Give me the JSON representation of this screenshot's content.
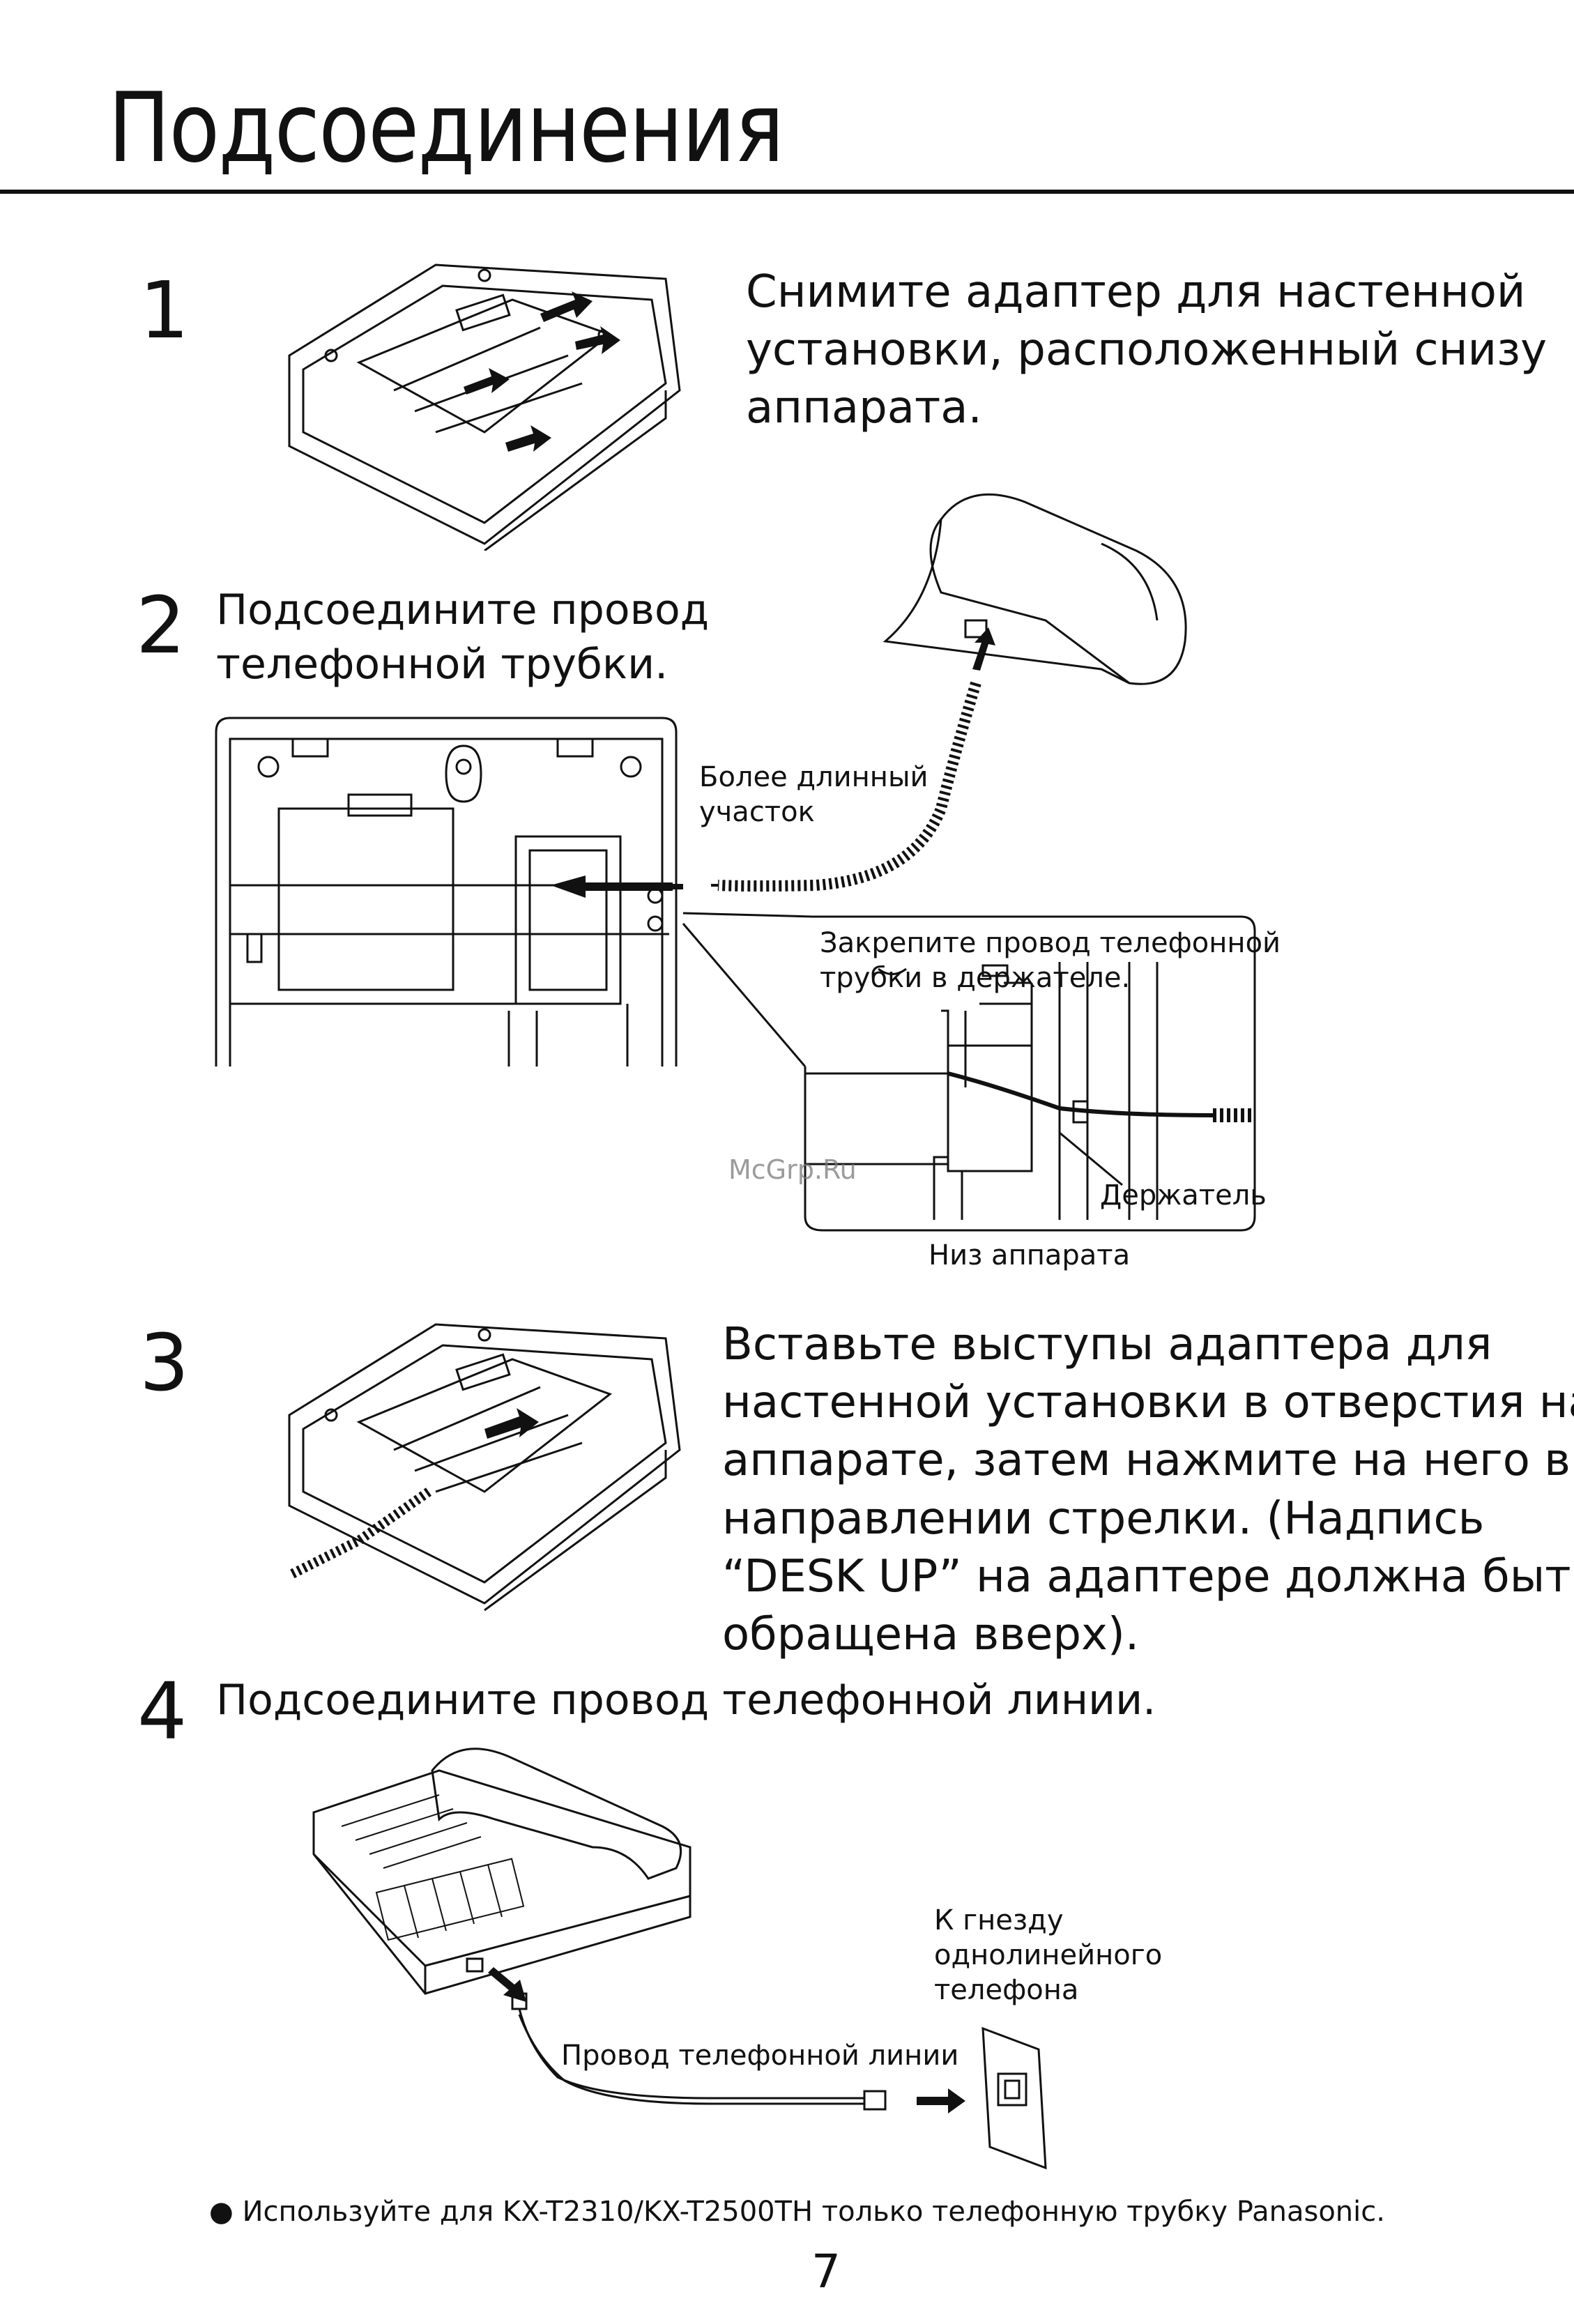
{
  "page": {
    "title": "Подсоединения",
    "page_number": "7",
    "watermark": "McGrp.Ru"
  },
  "step1": {
    "number": "1",
    "lines": [
      "Снимите адаптер для настенной",
      "установки, расположенный снизу",
      "аппарата."
    ]
  },
  "step2": {
    "number": "2",
    "lines": [
      "Подсоедините провод",
      "телефонной трубки."
    ],
    "label_longer_part": [
      "Более длинный",
      "участок"
    ],
    "callout": [
      "Закрепите провод телефонной",
      "трубки в держателе."
    ],
    "label_holder": "Держатель",
    "label_bottom": "Низ аппарата"
  },
  "step3": {
    "number": "3",
    "lines": [
      "Вставьте выступы адаптера для",
      "настенной установки в отверстия на",
      "аппарате, затем нажмите на него в",
      "направлении стрелки. (Надпись",
      "“DESK UP” на адаптере должна быть",
      "обращена вверх)."
    ]
  },
  "step4": {
    "number": "4",
    "text": "Подсоедините провод телефонной линии.",
    "label_jack": [
      "К гнезду",
      "однолинейного",
      "телефона"
    ],
    "label_line": "Провод телефонной линии"
  },
  "footnote": {
    "bullet": "●",
    "text": "Используйте для KX-T2310/KX-T2500TH только телефонную трубку Panasonic."
  }
}
